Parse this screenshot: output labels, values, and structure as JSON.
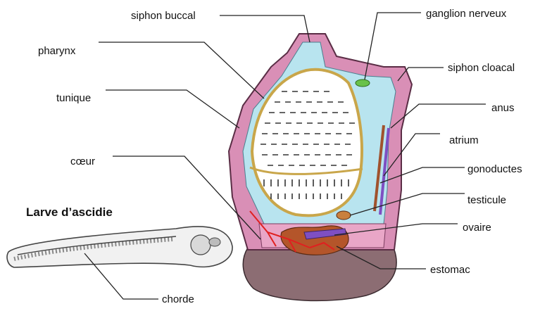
{
  "labels": {
    "siphon_buccal": "siphon buccal",
    "ganglion_nerveux": "ganglion nerveux",
    "pharynx": "pharynx",
    "siphon_cloacal": "siphon cloacal",
    "tunique": "tunique",
    "anus": "anus",
    "atrium": "atrium",
    "coeur": "cœur",
    "gonoductes": "gonoductes",
    "testicule": "testicule",
    "ovaire": "ovaire",
    "estomac": "estomac",
    "chorde": "chorde"
  },
  "larva_title": "Larve d’ascidie",
  "colors": {
    "tunic": "#d98fb6",
    "tunic_edge": "#7a3b5e",
    "cavity": "#b8e4ef",
    "base": "#8c6d73",
    "stomach": "#b4552a",
    "gill_band": "#e2c96a",
    "ovary": "#7e4fc2",
    "gonoduct": "#a0522d",
    "ganglion": "#69c24a",
    "heart": "#e02020"
  }
}
